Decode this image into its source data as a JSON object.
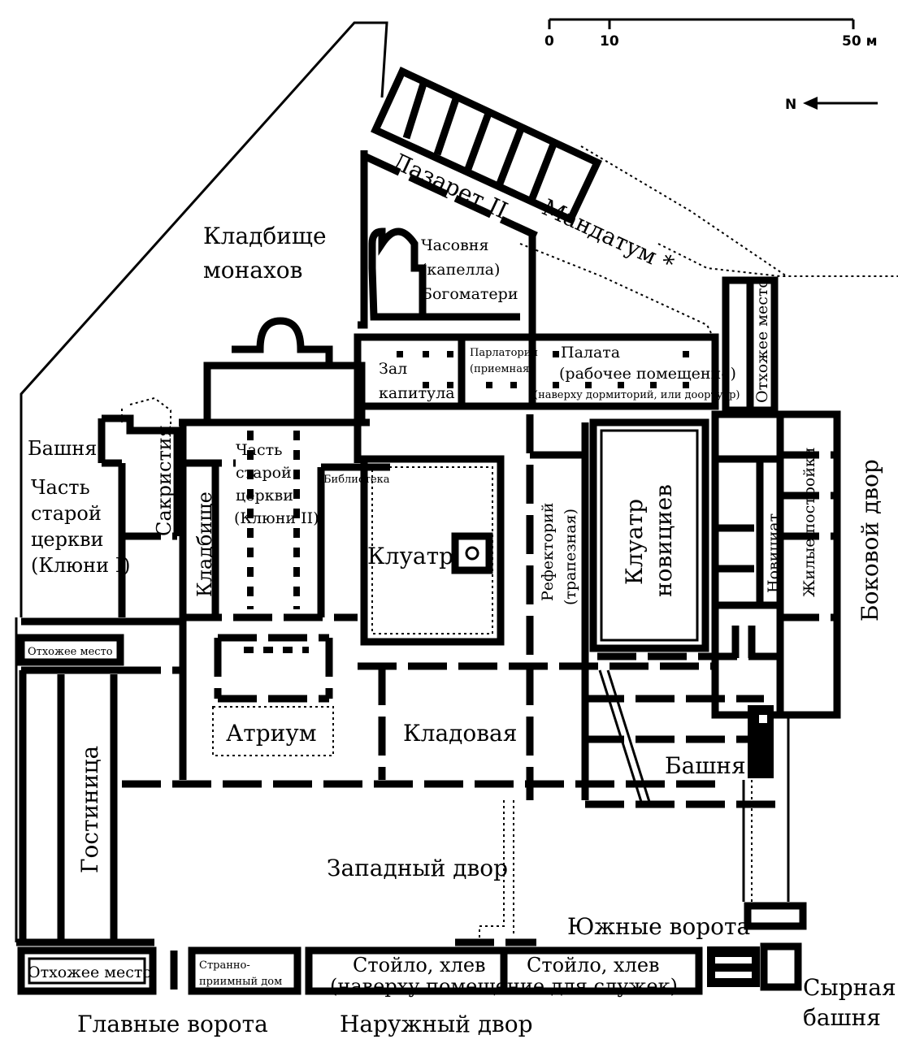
{
  "labels": {
    "cemetery_monks": [
      "Кладбище",
      "монахов"
    ],
    "lazaret": "Лазарет II",
    "mandatum": "Мандатум *",
    "chapel": [
      "Часовня",
      "(капелла)",
      "Богоматери"
    ],
    "chapter_hall": [
      "Зал",
      "капитула"
    ],
    "parlatorium": [
      "Парлаторий",
      "(приемная)"
    ],
    "palata": [
      "Палата",
      "(рабочее помещение)",
      "(наверху дормиторий, или доортуар)"
    ],
    "latrine_ne": "Отхожее место",
    "tower_w": "Башня",
    "sacristy": "Сакристия",
    "old_church_clunyI": [
      "Часть",
      "старой",
      "церкви",
      "(Клюни I)"
    ],
    "old_church_clunyII": [
      "Часть",
      "старой",
      "церкви",
      "(Клюни II)"
    ],
    "library": "Библиотека",
    "cemetery": "Кладбище",
    "cloister": "Клуатр",
    "refectory": [
      "Рефекторий",
      "(трапезная)"
    ],
    "novices_cloister": [
      "Клуатр",
      "новициев"
    ],
    "novitiate": "Новициат",
    "living_quarters": "Жилые постройки",
    "side_yard": "Боковой двор",
    "latrine_w": "Отхожее место",
    "atrium": "Атриум",
    "storeroom": "Кладовая",
    "tower_s": "Башня",
    "guesthouse": "Гостиница",
    "west_yard": "Западный двор",
    "south_gate": "Южные ворота",
    "latrine_sw": "Отхожее место",
    "pilgrims_house": [
      "Страннo-",
      "приимный дом"
    ],
    "stable": [
      "Стойло, хлев",
      "Стойло, хлев",
      "(наверху помещение для служек)"
    ],
    "cheese_tower": [
      "Сырная",
      "башня"
    ],
    "main_gate": "Главные ворота",
    "outer_yard": "Наружный двор"
  },
  "scale": {
    "ticks": [
      "0",
      "10",
      "50 м"
    ]
  },
  "north": {
    "letter": "N"
  }
}
